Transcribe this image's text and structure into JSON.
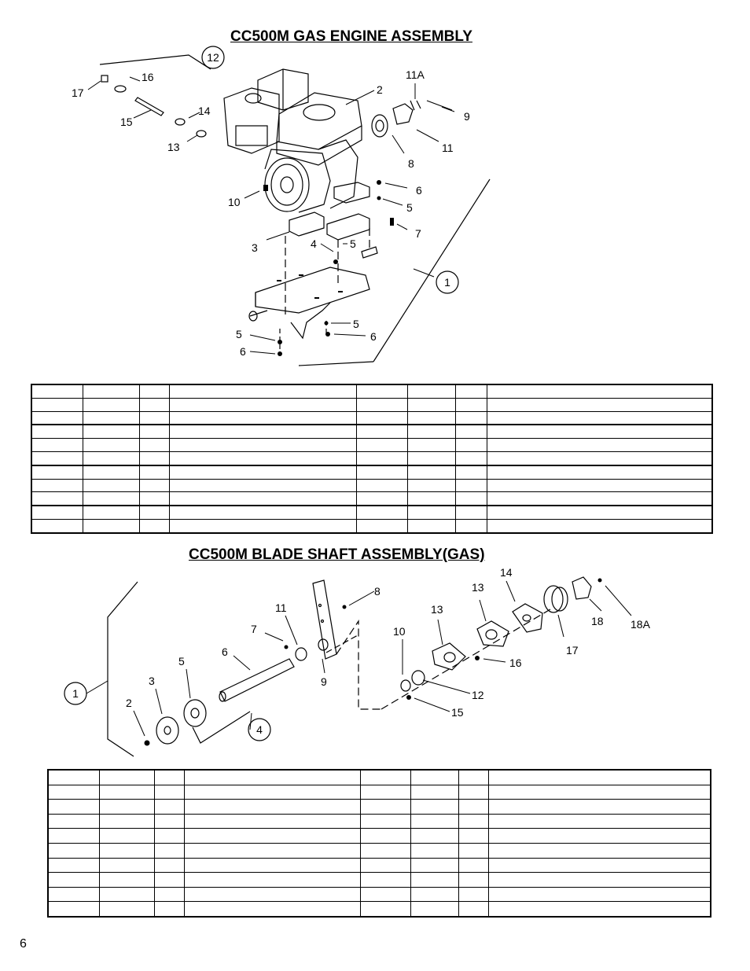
{
  "engine_section": {
    "title": "CC500M GAS ENGINE ASSEMBLY",
    "callouts": {
      "c12": "12",
      "c17": "17",
      "c16": "16",
      "c15": "15",
      "c14": "14",
      "c13": "13",
      "c2": "2",
      "c11A": "11A",
      "c9": "9",
      "c8": "8",
      "c11": "11",
      "c10": "10",
      "c6a": "6",
      "c5a": "5",
      "c7": "7",
      "c3": "3",
      "c4": "4",
      "c5b": "5",
      "c1": "1",
      "c5c": "5",
      "c6b": "6",
      "c5d": "5",
      "c6c": "6"
    }
  },
  "shaft_section": {
    "title": "CC500M BLADE SHAFT ASSEMBLY(GAS)",
    "callouts": {
      "c8": "8",
      "c14": "14",
      "c13a": "13",
      "c11": "11",
      "c13b": "13",
      "c7": "7",
      "c10": "10",
      "c6": "6",
      "c18": "18",
      "c18A": "18A",
      "c17": "17",
      "c16": "16",
      "c5": "5",
      "c3": "3",
      "c9": "9",
      "c12": "12",
      "c1": "1",
      "c2": "2",
      "c15": "15",
      "c4": "4"
    }
  },
  "page_number": "6"
}
